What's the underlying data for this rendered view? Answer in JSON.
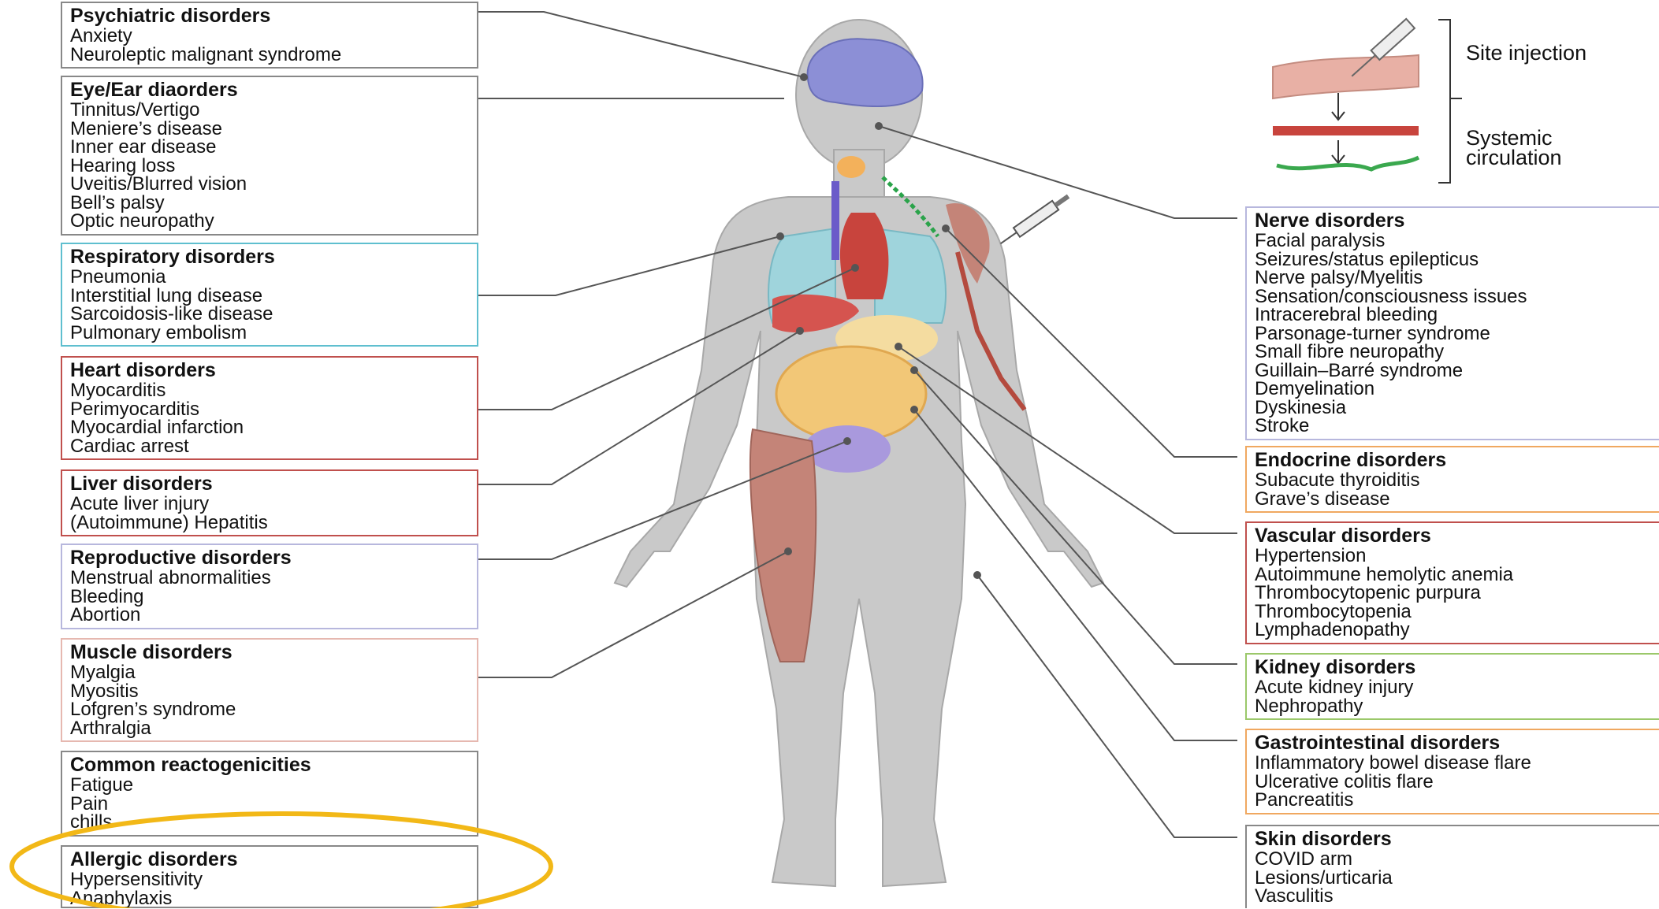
{
  "left_boxes": [
    {
      "title": "Psychiatric disorders",
      "items": [
        "Anxiety",
        "Neuroleptic malignant syndrome"
      ],
      "color": "#b7b7dd"
    },
    {
      "title": "Eye/Ear diaorders",
      "items": [
        "Tinnitus/Vertigo",
        "Meniere’s disease",
        "Inner ear disease",
        "Hearing loss",
        "Uveitis/Blurred vision",
        "Bell’s palsy",
        "Optic neuropathy"
      ],
      "color": "#8a8a8a"
    },
    {
      "title": "Respiratory disorders",
      "items": [
        "Pneumonia",
        "Interstitial lung disease",
        "Sarcoidosis-like disease",
        "Pulmonary embolism"
      ],
      "color": "#5fbfcf"
    },
    {
      "title": "Heart disorders",
      "items": [
        "Myocarditis",
        "Perimyocarditis",
        "Myocardial infarction",
        "Cardiac arrest"
      ],
      "color": "#c0504d"
    },
    {
      "title": "Liver disorders",
      "items": [
        "Acute liver injury",
        "(Autoimmune) Hepatitis"
      ],
      "color": "#c0504d"
    },
    {
      "title": "Reproductive disorders",
      "items": [
        "Menstrual abnormalities",
        "Bleeding",
        "Abortion"
      ],
      "color": "#b7b7dd"
    },
    {
      "title": "Muscle disorders",
      "items": [
        "Myalgia",
        "Myositis",
        "Lofgren’s syndrome",
        "Arthralgia"
      ],
      "color": "#e6b8b0"
    },
    {
      "title": "Common reactogenicities",
      "items": [
        "Fatigue",
        "Pain",
        "chills"
      ],
      "color": "#8a8a8a"
    },
    {
      "title": "Allergic disorders",
      "items": [
        "Hypersensitivity",
        "Anaphylaxis"
      ],
      "color": "#8a8a8a"
    }
  ],
  "right_boxes": [
    {
      "title": "Nerve disorders",
      "items": [
        "Facial paralysis",
        "Seizures/status epilepticus",
        "Nerve palsy/Myelitis",
        "Sensation/consciousness issues",
        "Intracerebral bleeding",
        "Parsonage-turner syndrome",
        "Small fibre neuropathy",
        "Guillain–Barré syndrome",
        "Demyelination",
        "Dyskinesia",
        "Stroke"
      ],
      "color": "#b7b7dd"
    },
    {
      "title": "Endocrine disorders",
      "items": [
        "Subacute thyroiditis",
        "Grave’s disease"
      ],
      "color": "#f0a860"
    },
    {
      "title": "Vascular disorders",
      "items": [
        "Hypertension",
        "Autoimmune hemolytic anemia",
        "Thrombocytopenic purpura",
        "Thrombocytopenia",
        "Lymphadenopathy"
      ],
      "color": "#c0504d"
    },
    {
      "title": "Kidney disorders",
      "items": [
        "Acute kidney injury",
        "Nephropathy"
      ],
      "color": "#9bc86a"
    },
    {
      "title": "Gastrointestinal disorders",
      "items": [
        "Inflammatory bowel disease flare",
        "Ulcerative colitis flare",
        "Pancreatitis"
      ],
      "color": "#f0a860"
    },
    {
      "title": "Skin disorders",
      "items": [
        "COVID arm",
        "Lesions/urticaria",
        "Vasculitis"
      ],
      "color": "#8a8a8a"
    }
  ],
  "inset": {
    "site_injection": "Site injection",
    "systemic_circulation": "Systemic\ncirculation"
  },
  "highlight_color": "#f2b817"
}
